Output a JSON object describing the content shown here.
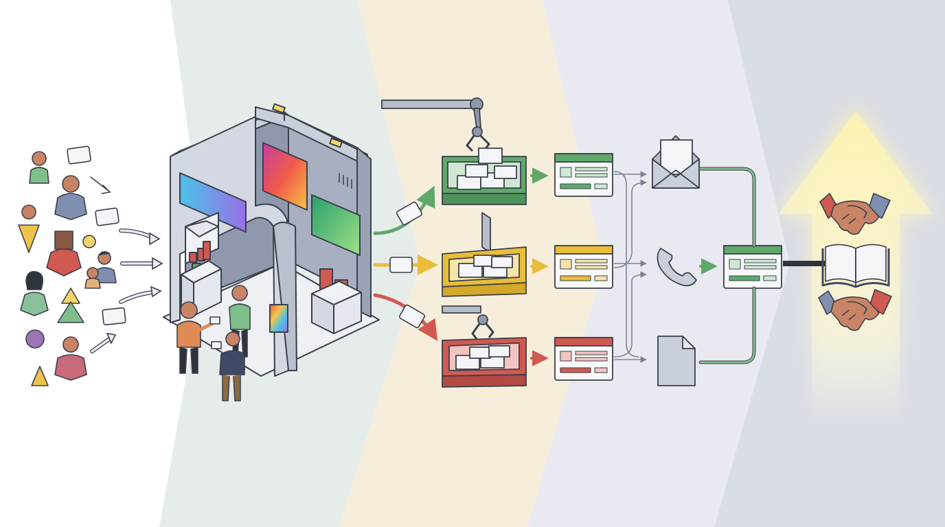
{
  "diagram": {
    "stages": [
      {
        "id": "visitors",
        "color": "#ffffff"
      },
      {
        "id": "booth",
        "color": "#e6ecea"
      },
      {
        "id": "sorting",
        "color": "#f6eedb"
      },
      {
        "id": "follow-up",
        "color": "#e9e9f1"
      },
      {
        "id": "partnership",
        "color": "#d9dde4"
      }
    ],
    "lanes": [
      {
        "id": "hot-leads",
        "color": "#5fa86a",
        "light": "#cfe7d2"
      },
      {
        "id": "warm-leads",
        "color": "#e9bd3a",
        "light": "#f6e4a9"
      },
      {
        "id": "cold-leads",
        "color": "#d05a52",
        "light": "#f2c4c0"
      }
    ],
    "channels": [
      {
        "id": "email",
        "icon": "envelope-icon"
      },
      {
        "id": "phone",
        "icon": "phone-icon"
      },
      {
        "id": "document",
        "icon": "document-icon"
      }
    ],
    "outcomes": [
      {
        "icon": "handshake-icon"
      },
      {
        "icon": "open-book-icon"
      },
      {
        "icon": "handshake-icon"
      }
    ],
    "accent": {
      "glow": "#fff6c4",
      "stroke": "#3a3f4a"
    }
  }
}
